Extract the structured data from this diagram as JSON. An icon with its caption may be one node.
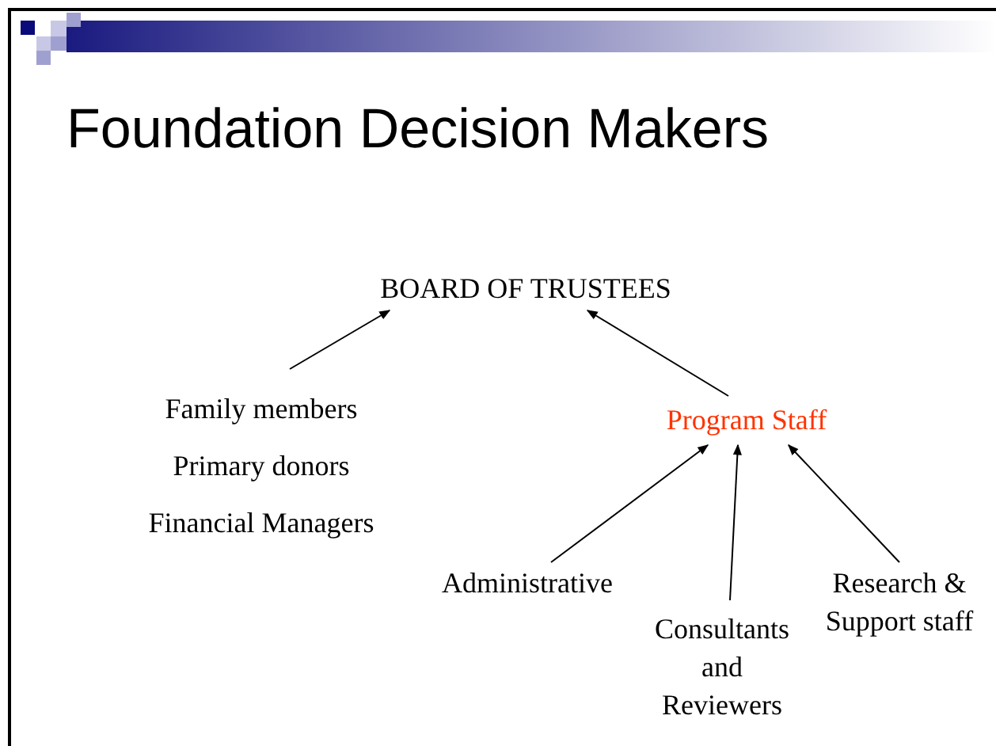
{
  "diagram": {
    "title": "Foundation Decision Makers",
    "nodes": [
      {
        "text": [
          "BOARD OF TRUSTEES"
        ]
      },
      {
        "text": [
          "Family members",
          "Primary donors",
          "Financial Managers"
        ]
      },
      {
        "text": [
          "Program Staff"
        ]
      },
      {
        "text": [
          "Administrative"
        ]
      },
      {
        "text": [
          "Consultants and Reviewers"
        ]
      },
      {
        "text": [
          "Research & Support staff"
        ]
      }
    ],
    "edges": [
      {
        "from": 1,
        "to": 0,
        "arrow": "to"
      },
      {
        "from": 2,
        "to": 0,
        "arrow": "to"
      },
      {
        "from": 3,
        "to": 2,
        "arrow": "to"
      },
      {
        "from": 4,
        "to": 2,
        "arrow": "to"
      },
      {
        "from": 5,
        "to": 2,
        "arrow": "to"
      }
    ]
  }
}
